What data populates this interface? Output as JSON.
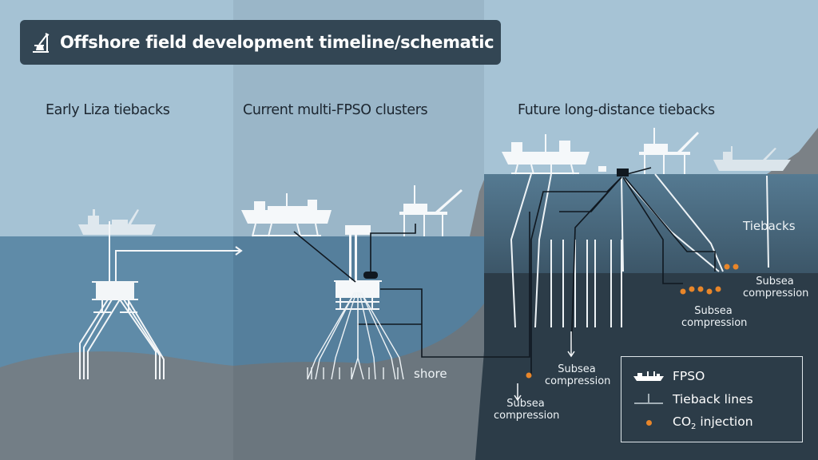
{
  "header": {
    "title": "Offshore field development timeline/schematic",
    "icon": "offshore-rig-icon"
  },
  "phases": [
    {
      "id": "early",
      "title": "Early Liza tiebacks"
    },
    {
      "id": "current",
      "title": "Current multi-FPSO clusters"
    },
    {
      "id": "future",
      "title": "Future long-distance tiebacks"
    }
  ],
  "labels": {
    "shore": "shore",
    "tiebacks": "Tiebacks",
    "subsea_1": [
      "Subsea",
      "compression"
    ],
    "subsea_2": [
      "Subsea",
      "compression"
    ],
    "subsea_3": [
      "Subsea",
      "compression"
    ],
    "subsea_4": [
      "Subsea",
      "compression"
    ]
  },
  "legend": {
    "items": [
      {
        "icon": "fpso-ship-icon",
        "label": "FPSO"
      },
      {
        "icon": "tieback-line-icon",
        "label": "Tieback lines"
      },
      {
        "icon": "co2-dot-icon",
        "label_main": "CO",
        "label_sub": "2",
        "label_rest": " injection"
      }
    ]
  },
  "colors": {
    "sky": "#a6c3d5",
    "sky_mid": "#9cb8ca",
    "sea_left": "#5f8aa7",
    "sea_mid": "#557f9c",
    "sea_right": "#4b6c82",
    "deep": "#2c3c48",
    "seabed": "#6f7a82",
    "title_bg": "#334654",
    "accent_orange": "#e8862a",
    "line_white": "#f3f6f8",
    "line_dark": "#101820"
  }
}
